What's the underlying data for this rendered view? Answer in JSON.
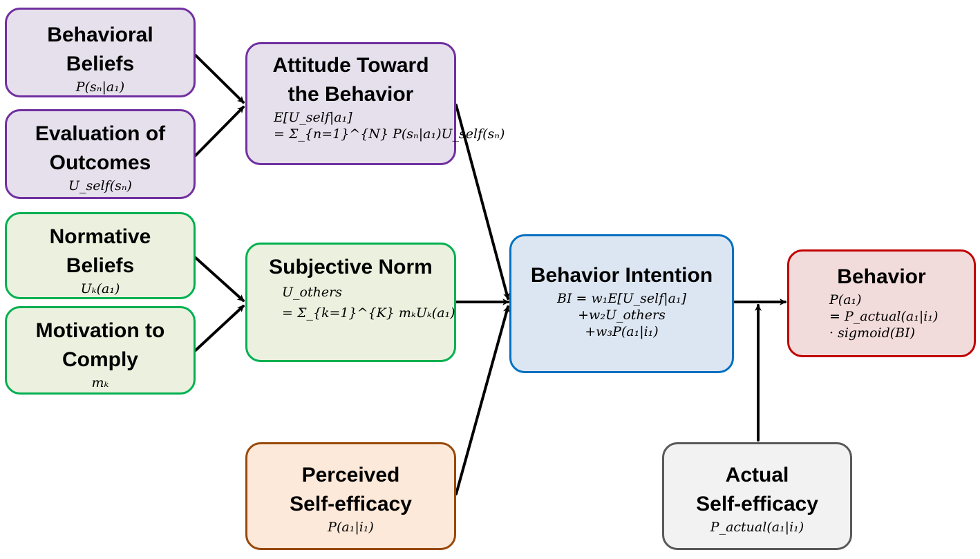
{
  "boxes": {
    "behavioral_beliefs": {
      "title_lines": [
        "Behavioral",
        "Beliefs"
      ],
      "formula": "P(sₙ|a₁)"
    },
    "evaluation_of_outcomes": {
      "title_lines": [
        "Evaluation of",
        "Outcomes"
      ],
      "formula": "U_self(sₙ)"
    },
    "attitude_toward_behavior": {
      "title_lines": [
        "Attitude Toward",
        "the Behavior"
      ],
      "formula_lines": [
        "E[U_self|a₁]",
        "= Σ_{n=1}^{N} P(sₙ|a₁)U_self(sₙ)"
      ]
    },
    "normative_beliefs": {
      "title_lines": [
        "Normative",
        "Beliefs"
      ],
      "formula": "Uₖ(a₁)"
    },
    "motivation_to_comply": {
      "title_lines": [
        "Motivation to",
        "Comply"
      ],
      "formula": "mₖ"
    },
    "subjective_norm": {
      "title_lines": [
        "Subjective Norm"
      ],
      "formula_lines": [
        "U_others",
        "= Σ_{k=1}^{K} mₖUₖ(a₁)"
      ]
    },
    "perceived_self_efficacy": {
      "title_lines": [
        "Perceived",
        "Self-efficacy"
      ],
      "formula": "P(a₁|i₁)"
    },
    "behavior_intention": {
      "title_lines": [
        "Behavior Intention"
      ],
      "formula_lines": [
        "BI = w₁E[U_self|a₁]",
        "+w₂U_others",
        "+w₃P(a₁|i₁)"
      ]
    },
    "behavior": {
      "title_lines": [
        "Behavior"
      ],
      "formula_lines": [
        "P(a₁)",
        "= P_actual(a₁|i₁)",
        "· sigmoid(BI)"
      ]
    },
    "actual_self_efficacy": {
      "title_lines": [
        "Actual",
        "Self-efficacy"
      ],
      "formula": "P_actual(a₁|i₁)"
    }
  },
  "colors": {
    "purple_fill": "#e6e0ec",
    "purple_border": "#7030a0",
    "green_fill": "#ebf1de",
    "green_border": "#00b050",
    "orange_fill": "#fde9d9",
    "orange_border": "#984807",
    "blue_fill": "#dce6f2",
    "blue_border": "#0070c0",
    "red_fill": "#f2dcdb",
    "red_border": "#c00000",
    "gray_fill": "#f2f2f2",
    "gray_border": "#595959",
    "arrow": "#000000"
  }
}
